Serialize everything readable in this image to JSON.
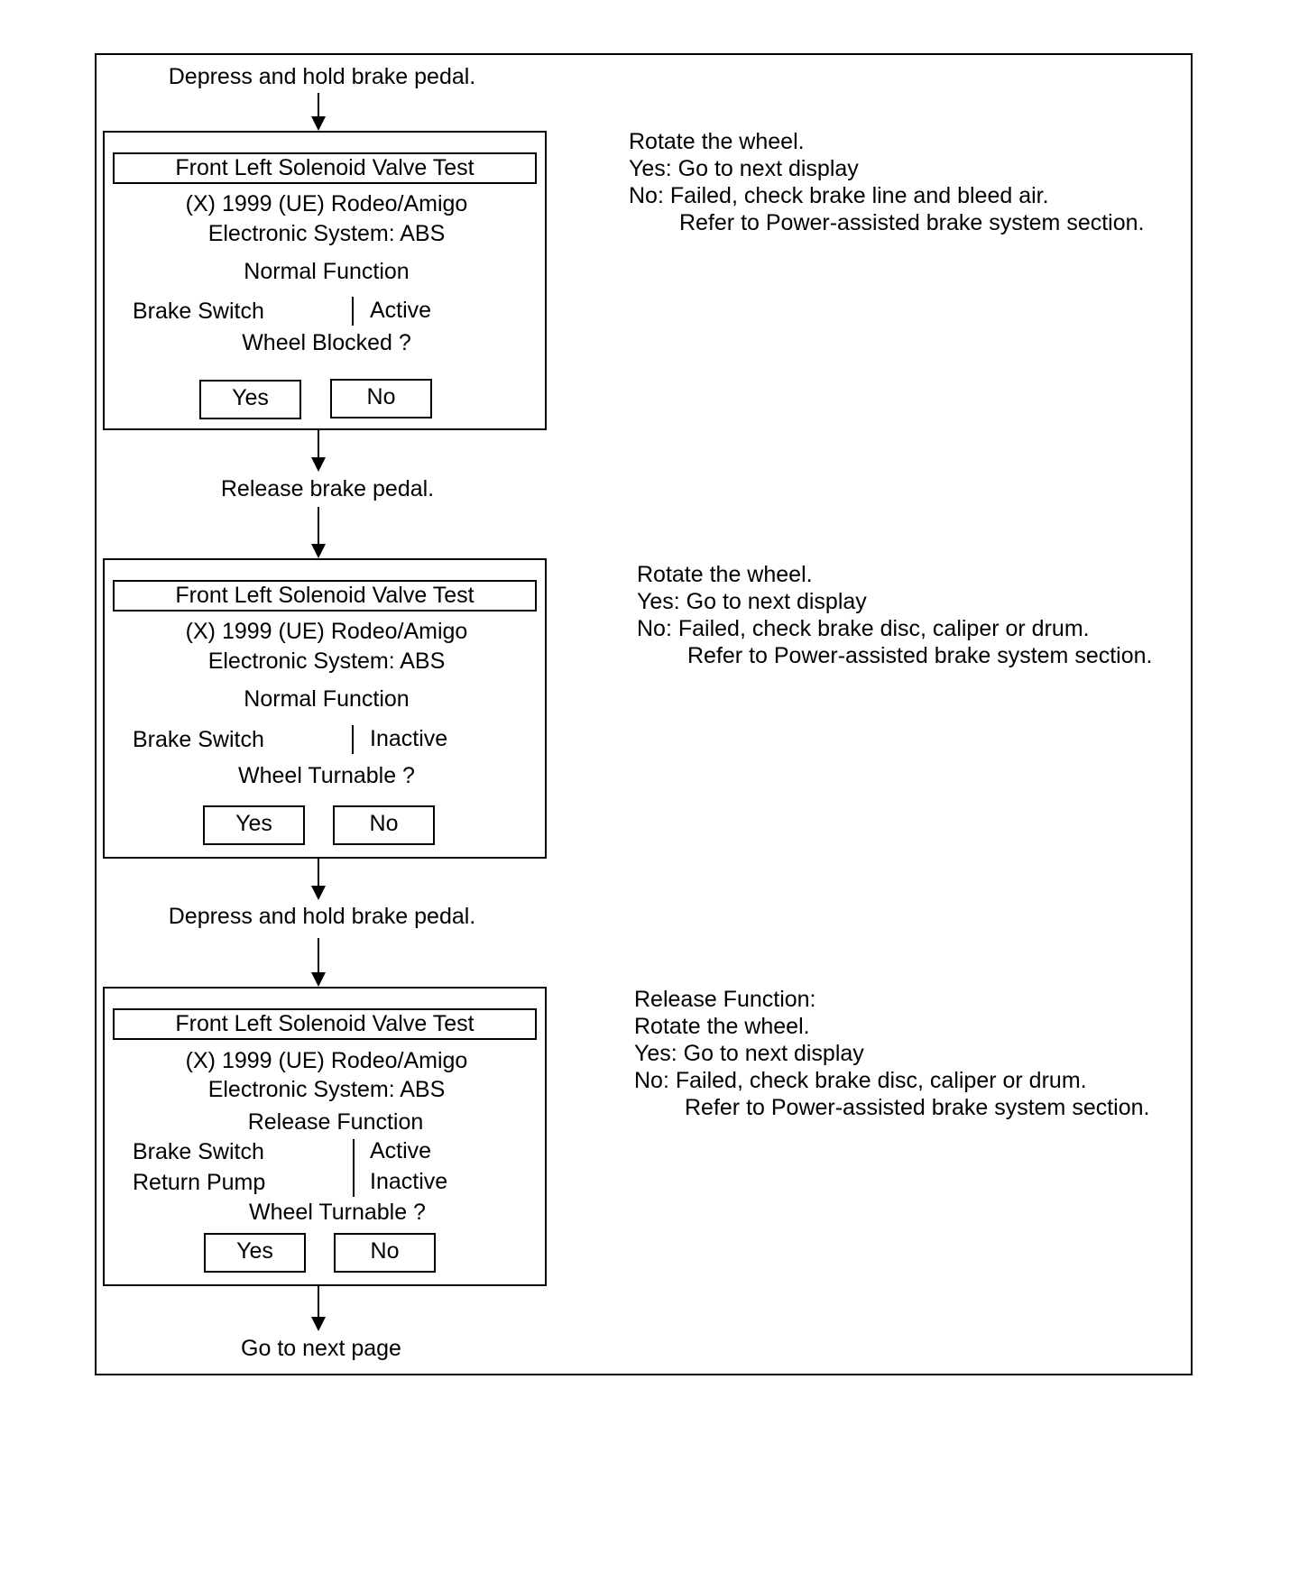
{
  "steps": {
    "depress_1": "Depress and hold brake pedal.",
    "release_1": "Release brake pedal.",
    "depress_2": "Depress and hold brake pedal.",
    "next_page": "Go to next page"
  },
  "screen_1": {
    "title": "Front Left Solenoid Valve Test",
    "vehicle": "(X) 1999  (UE) Rodeo/Amigo",
    "system": "Electronic System: ABS",
    "function": "Normal Function",
    "param_1_label": "Brake Switch",
    "param_1_value": "Active",
    "question": "Wheel Blocked ?",
    "yes_label": "Yes",
    "no_label": "No"
  },
  "screen_2": {
    "title": "Front Left Solenoid Valve Test",
    "vehicle": "(X) 1999  (UE) Rodeo/Amigo",
    "system": "Electronic System: ABS",
    "function": "Normal Function",
    "param_1_label": "Brake Switch",
    "param_1_value": "Inactive",
    "question": "Wheel Turnable ?",
    "yes_label": "Yes",
    "no_label": "No"
  },
  "screen_3": {
    "title": "Front Left Solenoid Valve Test",
    "vehicle": "(X) 1999  (UE) Rodeo/Amigo",
    "system": "Electronic System: ABS",
    "function": "Release Function",
    "param_1_label": "Brake Switch",
    "param_1_value": "Active",
    "param_2_label": "Return Pump",
    "param_2_value": "Inactive",
    "question": "Wheel Turnable ?",
    "yes_label": "Yes",
    "no_label": "No"
  },
  "notes": {
    "note_1": {
      "line_1": "Rotate the wheel.",
      "line_2": "Yes: Go to next display",
      "line_3": "No:  Failed, check brake line and bleed air.",
      "line_4": "Refer to Power-assisted brake system section."
    },
    "note_2": {
      "line_1": "Rotate the wheel.",
      "line_2": "Yes: Go to next display",
      "line_3": "No:  Failed, check brake disc, caliper or drum.",
      "line_4": "Refer to Power-assisted brake system section."
    },
    "note_3": {
      "line_1": "Release Function:",
      "line_2": "Rotate the wheel.",
      "line_3": "Yes: Go to next display",
      "line_4": "No:  Failed, check brake disc, caliper or drum.",
      "line_5": "Refer to Power-assisted brake system section."
    }
  }
}
